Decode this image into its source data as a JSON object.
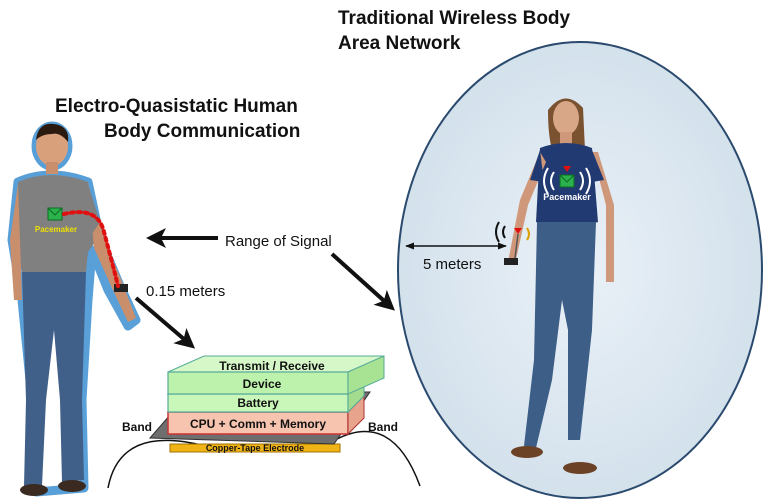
{
  "title_wban_line1": "Traditional Wireless Body",
  "title_wban_line2": "Area Network",
  "title_eqs_line1": "Electro-Quasistatic Human",
  "title_eqs_line2": "Body Communication",
  "range_label": "Range of Signal",
  "distance_wban": "5 meters",
  "distance_eqs": "0.15 meters",
  "pacemaker_label": "Pacemaker",
  "device_layers": {
    "transceiver_line1": "Transmit / Receive",
    "transceiver_line2": "Device",
    "battery": "Battery",
    "cpu": "CPU + Comm  + Memory",
    "electrode": "Copper-Tape Electrode"
  },
  "band_left": "Band",
  "band_right": "Band",
  "colors": {
    "ellipse_fill": "#d8e5ef",
    "ellipse_stroke": "#2a4a6e",
    "man_glow": "#3d8fd1",
    "transceiver": "#bdf2ad",
    "battery": "#c9f6b9",
    "cpu": "#f7c4b0",
    "electrode": "#f0b416",
    "signal_path": "#e01010"
  },
  "icons": [
    "pacemaker-icon",
    "wireless-signal-icon",
    "arrow-icon",
    "wristband-icon"
  ]
}
